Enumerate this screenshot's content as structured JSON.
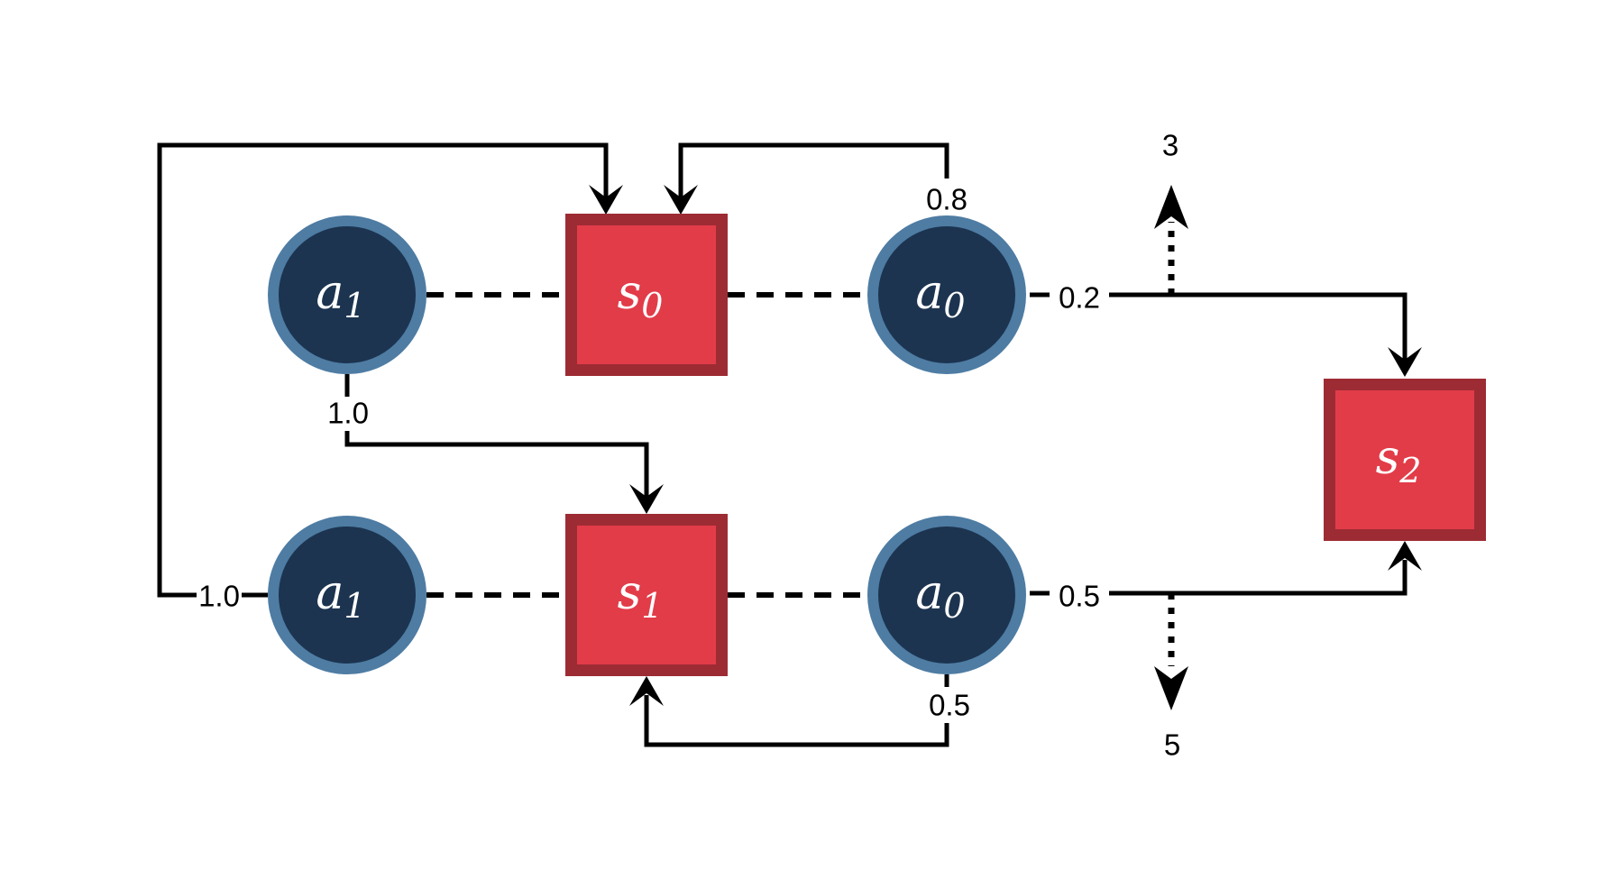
{
  "nodes": {
    "s0": {
      "base": "s",
      "sub": "0"
    },
    "s1": {
      "base": "s",
      "sub": "1"
    },
    "s2": {
      "base": "s",
      "sub": "2"
    },
    "a1_top": {
      "base": "a",
      "sub": "1"
    },
    "a0_top": {
      "base": "a",
      "sub": "0"
    },
    "a1_bottom": {
      "base": "a",
      "sub": "1"
    },
    "a0_bottom": {
      "base": "a",
      "sub": "0"
    }
  },
  "probability_labels": {
    "a1_top_to_s1": "1.0",
    "a0_top_to_s0": "0.8",
    "a0_top_to_s2": "0.2",
    "a1_bottom_to_s0": "1.0",
    "a0_bottom_to_s2": "0.5",
    "a0_bottom_to_s1": "0.5"
  },
  "reward_labels": {
    "to_s2_from_a0_top": "3",
    "to_s2_from_a0_bottom": "5"
  },
  "edges": [
    {
      "from": "a1_top",
      "to": "s1",
      "probability": "1.0",
      "line": "solid-arrow"
    },
    {
      "from": "a0_top",
      "to": "s0",
      "probability": "0.8",
      "line": "solid-arrow"
    },
    {
      "from": "a0_top",
      "to": "s2",
      "probability": "0.2",
      "reward": "3",
      "line": "solid-arrow"
    },
    {
      "from": "a1_bottom",
      "to": "s0",
      "probability": "1.0",
      "line": "solid-arrow"
    },
    {
      "from": "a0_bottom",
      "to": "s1",
      "probability": "0.5",
      "line": "solid-arrow"
    },
    {
      "from": "a0_bottom",
      "to": "s2",
      "probability": "0.5",
      "reward": "5",
      "line": "solid-arrow"
    },
    {
      "from": "s0",
      "to": "a1_top",
      "line": "dashed"
    },
    {
      "from": "s0",
      "to": "a0_top",
      "line": "dashed"
    },
    {
      "from": "s1",
      "to": "a1_bottom",
      "line": "dashed"
    },
    {
      "from": "s1",
      "to": "a0_bottom",
      "line": "dashed"
    }
  ],
  "colors": {
    "state_fill": "#e23c49",
    "state_border": "#9d2b34",
    "action_fill": "#1c3450",
    "action_ring": "#4e7ca3",
    "connector": "#000000",
    "label_text": "#000000",
    "node_text": "#ffffff",
    "background": "#ffffff"
  }
}
